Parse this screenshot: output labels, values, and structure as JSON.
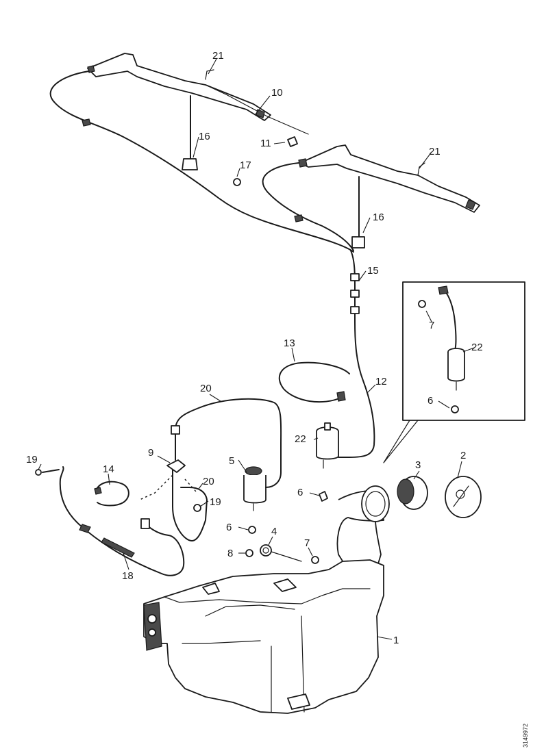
{
  "diagram": {
    "callouts": [
      {
        "id": "c1",
        "text": "1"
      },
      {
        "id": "c2",
        "text": "2"
      },
      {
        "id": "c3",
        "text": "3"
      },
      {
        "id": "c4",
        "text": "4"
      },
      {
        "id": "c5",
        "text": "5"
      },
      {
        "id": "c6a",
        "text": "6"
      },
      {
        "id": "c6b",
        "text": "6"
      },
      {
        "id": "c6c",
        "text": "6"
      },
      {
        "id": "c7a",
        "text": "7"
      },
      {
        "id": "c7b",
        "text": "7"
      },
      {
        "id": "c8",
        "text": "8"
      },
      {
        "id": "c9",
        "text": "9"
      },
      {
        "id": "c10",
        "text": "10"
      },
      {
        "id": "c11",
        "text": "11"
      },
      {
        "id": "c12",
        "text": "12"
      },
      {
        "id": "c13",
        "text": "13"
      },
      {
        "id": "c14",
        "text": "14"
      },
      {
        "id": "c15",
        "text": "15"
      },
      {
        "id": "c16a",
        "text": "16"
      },
      {
        "id": "c16b",
        "text": "16"
      },
      {
        "id": "c17",
        "text": "17"
      },
      {
        "id": "c18",
        "text": "18"
      },
      {
        "id": "c19a",
        "text": "19"
      },
      {
        "id": "c19b",
        "text": "19"
      },
      {
        "id": "c20a",
        "text": "20"
      },
      {
        "id": "c20b",
        "text": "20"
      },
      {
        "id": "c21a",
        "text": "21"
      },
      {
        "id": "c21b",
        "text": "21"
      },
      {
        "id": "c22a",
        "text": "22"
      },
      {
        "id": "c22b",
        "text": "22"
      }
    ],
    "document_id": "3149972"
  }
}
